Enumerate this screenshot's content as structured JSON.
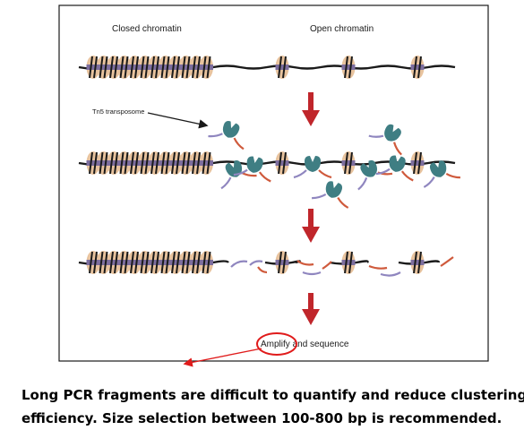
{
  "figure": {
    "closed_label": "Closed chromatin",
    "open_label": "Open chromatin",
    "tn5_label": "Tn5 transposome",
    "amplify_word": "Amplify",
    "sequence_text": " and sequence"
  },
  "caption": {
    "line1": "Long PCR fragments are difficult to quantify and reduce clustering",
    "line2": "efficiency. Size selection between 100-800 bp is recommended."
  },
  "colors": {
    "nucleosome": "#e8c39e",
    "histone_band": "#6a5f9e",
    "dna": "#1a1a1a",
    "tn5": "#3f7e83",
    "adapter_red": "#cf5a3c",
    "adapter_purple": "#8f86bf",
    "arrow": "#c0262b",
    "highlight": "#e01b1b"
  },
  "icons": {
    "process_arrow": "down-arrow-icon",
    "tn5": "tn5-transposome-icon"
  }
}
